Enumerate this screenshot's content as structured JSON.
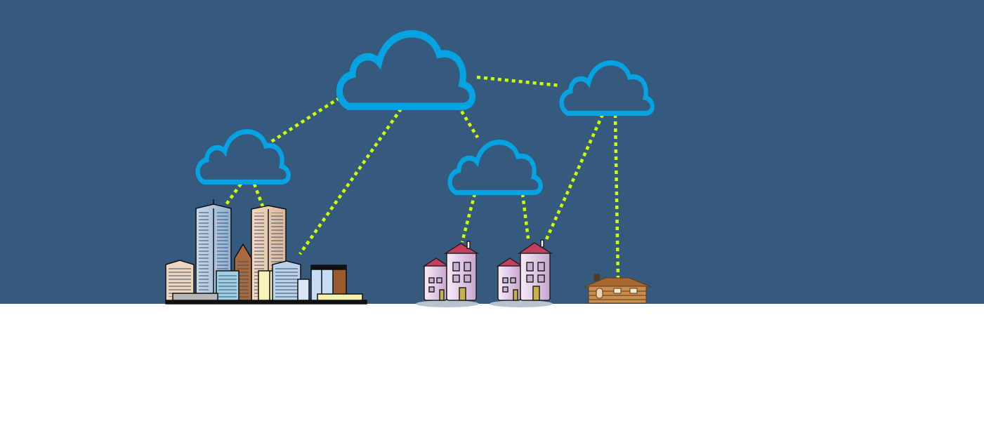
{
  "colors": {
    "sky": "#365a7e",
    "ground": "#ffffff",
    "cloud_outline": "#06a3e3",
    "link": "#ccff00"
  },
  "clouds": [
    {
      "id": "cloud-main",
      "icon": "cloud-icon"
    },
    {
      "id": "cloud-left",
      "icon": "cloud-icon"
    },
    {
      "id": "cloud-middle",
      "icon": "cloud-icon"
    },
    {
      "id": "cloud-right",
      "icon": "cloud-icon"
    }
  ],
  "buildings": [
    {
      "id": "city-skyline",
      "icon": "city-skyline-icon"
    },
    {
      "id": "apartment-1",
      "icon": "apartment-building-icon"
    },
    {
      "id": "apartment-2",
      "icon": "apartment-building-icon"
    },
    {
      "id": "house",
      "icon": "wooden-house-icon"
    }
  ],
  "links": [
    {
      "from": "cloud-main",
      "to": "cloud-left"
    },
    {
      "from": "cloud-main",
      "to": "cloud-right"
    },
    {
      "from": "cloud-main",
      "to": "cloud-middle"
    },
    {
      "from": "cloud-main",
      "to": "city-skyline"
    },
    {
      "from": "cloud-left",
      "to": "city-skyline"
    },
    {
      "from": "cloud-middle",
      "to": "apartment-1"
    },
    {
      "from": "cloud-middle",
      "to": "apartment-2"
    },
    {
      "from": "cloud-right",
      "to": "apartment-2"
    },
    {
      "from": "cloud-right",
      "to": "house"
    }
  ]
}
